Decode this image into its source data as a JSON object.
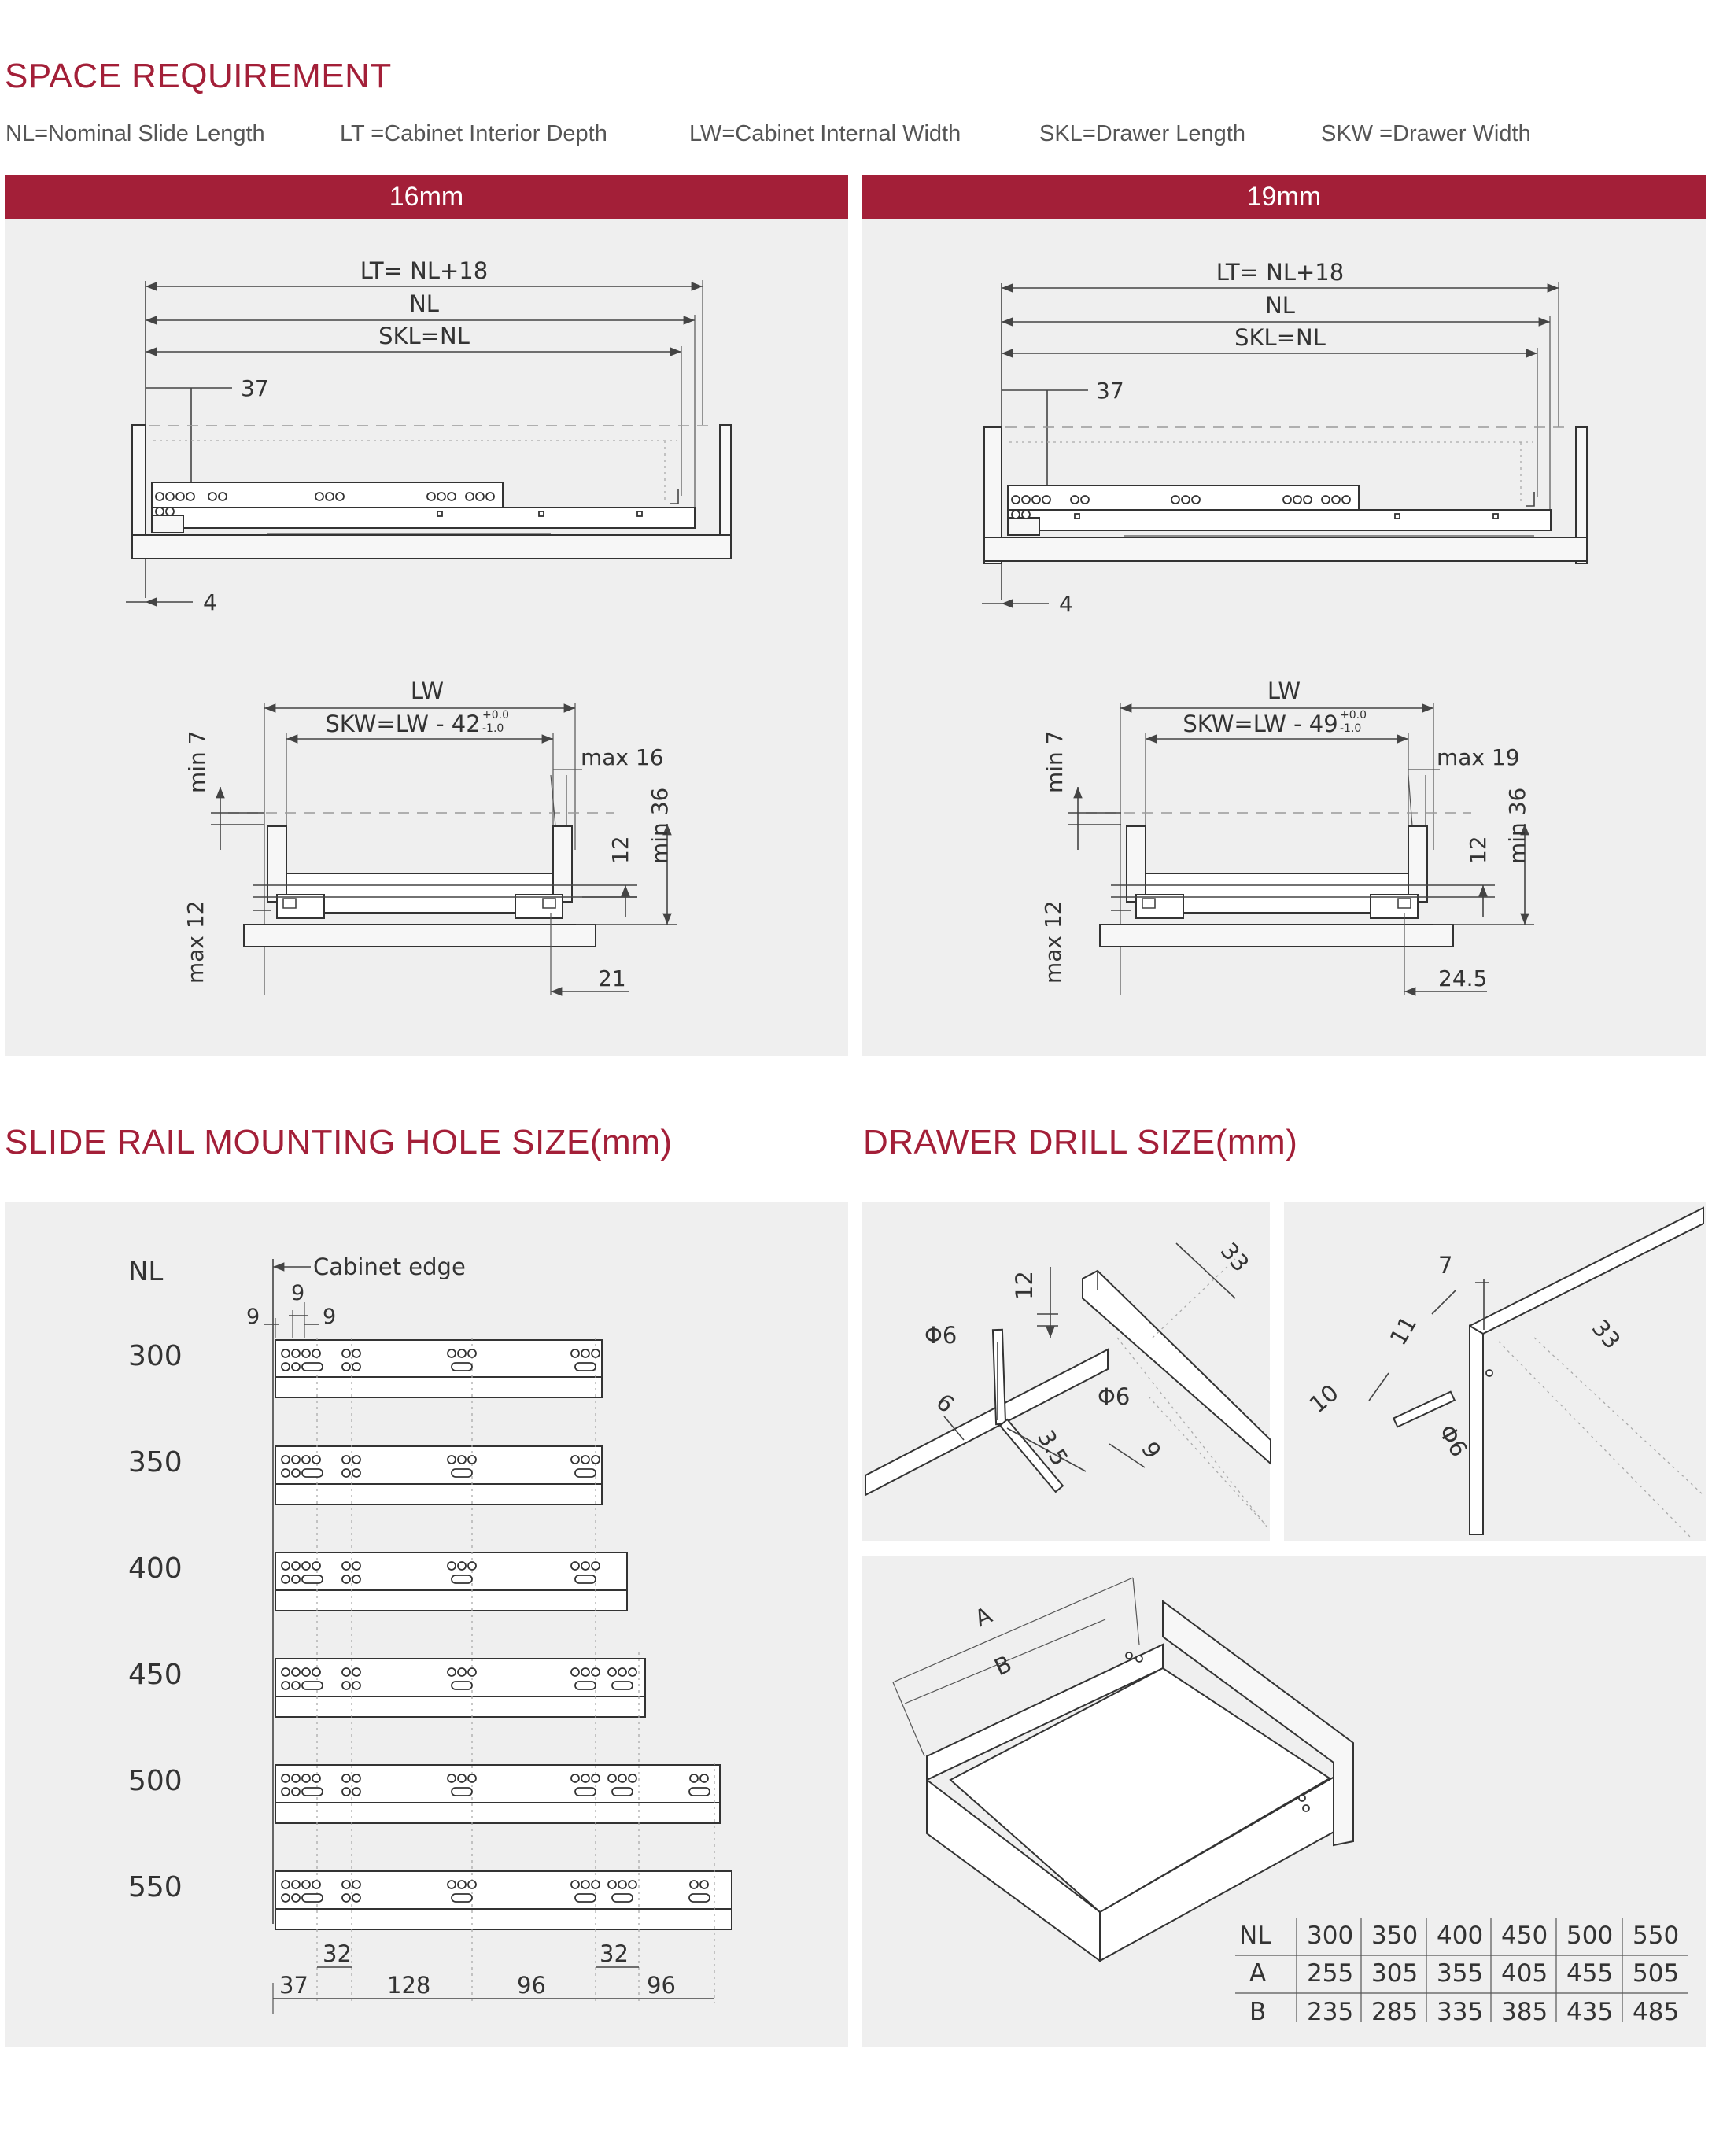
{
  "headings": {
    "space": "SPACE REQUIREMENT",
    "mounting": "SLIDE RAIL MOUNTING HOLE SIZE(mm)",
    "drill": "DRAWER DRILL SIZE(mm)"
  },
  "legend": [
    "NL=Nominal Slide Length",
    "LT =Cabinet Interior Depth",
    "LW=Cabinet Internal Width",
    "SKL=Drawer Length",
    "SKW =Drawer Width"
  ],
  "variants": [
    {
      "band": "16mm",
      "side": {
        "lt": "LT= NL+18",
        "nl": "NL",
        "skl": "SKL=NL",
        "offset": "37",
        "bottom": "4"
      },
      "front": {
        "lw": "LW",
        "skw": "SKW=LW - 42",
        "tol_up": "+0.0",
        "tol_dn": "-1.0",
        "min7": "min 7",
        "max_side": "max 16",
        "twelve": "12",
        "min36": "min 36",
        "max12": "max 12",
        "gap": "21"
      }
    },
    {
      "band": "19mm",
      "side": {
        "lt": "LT= NL+18",
        "nl": "NL",
        "skl": "SKL=NL",
        "offset": "37",
        "bottom": "4"
      },
      "front": {
        "lw": "LW",
        "skw": "SKW=LW - 49",
        "tol_up": "+0.0",
        "tol_dn": "-1.0",
        "min7": "min 7",
        "max_side": "max 19",
        "twelve": "12",
        "min36": "min 36",
        "max12": "max 12",
        "gap": "24.5"
      }
    }
  ],
  "mounting": {
    "nl_label": "NL",
    "cabinet_edge": "Cabinet edge",
    "top_dims": [
      "9",
      "9",
      "9"
    ],
    "rows": [
      "300",
      "350",
      "400",
      "450",
      "500",
      "550"
    ],
    "bottom_dims": [
      "32",
      "32",
      "37",
      "128",
      "96",
      "96"
    ]
  },
  "drill": {
    "left": {
      "phi_top": "Φ6",
      "twelve": "12",
      "thirty_three": "33",
      "phi_mid": "Φ6",
      "six": "6",
      "three_five": "3.5",
      "nine": "9"
    },
    "right": {
      "seven": "7",
      "eleven": "11",
      "thirty_three": "33",
      "ten": "10",
      "phi": "Φ6"
    },
    "box": {
      "a": "A",
      "b": "B"
    },
    "table": {
      "headers": [
        "NL",
        "300",
        "350",
        "400",
        "450",
        "500",
        "550"
      ],
      "rows": [
        [
          "A",
          "255",
          "305",
          "355",
          "405",
          "455",
          "505"
        ],
        [
          "B",
          "235",
          "285",
          "335",
          "385",
          "435",
          "485"
        ]
      ]
    }
  }
}
